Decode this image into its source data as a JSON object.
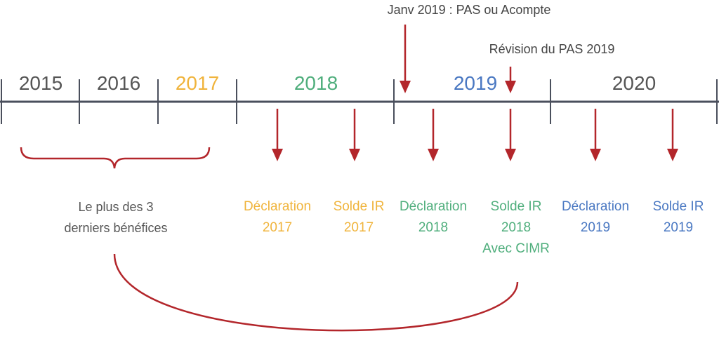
{
  "colors": {
    "axis": "#4a4f5c",
    "arrow": "#b3262b",
    "gray_text": "#555555",
    "orange": "#f0b43c",
    "green": "#4fae7c",
    "blue": "#4a78c2"
  },
  "years": [
    {
      "label": "2015",
      "color": "#555555"
    },
    {
      "label": "2016",
      "color": "#555555"
    },
    {
      "label": "2017",
      "color": "#f0b43c"
    },
    {
      "label": "2018",
      "color": "#4fae7c"
    },
    {
      "label": "2019",
      "color": "#4a78c2"
    },
    {
      "label": "2020",
      "color": "#555555"
    }
  ],
  "annotations": {
    "top": "Janv 2019 : PAS ou Acompte",
    "revision": "Révision du PAS 2019"
  },
  "left_label": {
    "lines": [
      "Le plus des 3",
      "derniers bénéfices"
    ],
    "color": "#555555"
  },
  "events": [
    {
      "lines": [
        "Déclaration",
        "2017"
      ],
      "color": "#f0b43c"
    },
    {
      "lines": [
        "Solde IR",
        "2017"
      ],
      "color": "#f0b43c"
    },
    {
      "lines": [
        "Déclaration",
        "2018"
      ],
      "color": "#4fae7c"
    },
    {
      "lines": [
        "Solde IR",
        "2018",
        "Avec CIMR"
      ],
      "color": "#4fae7c"
    },
    {
      "lines": [
        "Déclaration",
        "2019"
      ],
      "color": "#4a78c2"
    },
    {
      "lines": [
        "Solde IR",
        "2019"
      ],
      "color": "#4a78c2"
    }
  ]
}
